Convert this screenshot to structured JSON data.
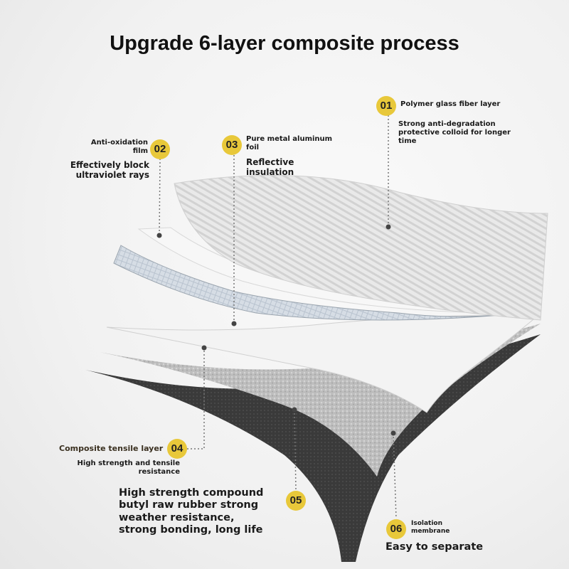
{
  "title": "Upgrade 6-layer composite process",
  "badge_color": "#e8c83a",
  "layers": [
    {
      "number": "01",
      "name": "Polymer glass fiber layer",
      "description": "Strong anti-degradation protective colloid for longer time"
    },
    {
      "number": "02",
      "name_line1": "Anti-oxidation",
      "name_line2": "film",
      "description_line1": "Effectively block",
      "description_line2": "ultraviolet rays"
    },
    {
      "number": "03",
      "name_line1": "Pure metal aluminum",
      "name_line2": "foil",
      "description_line1": "Reflective",
      "description_line2": "insulation"
    },
    {
      "number": "04",
      "name": "Composite tensile layer",
      "description_line1": "High strength and tensile",
      "description_line2": "resistance"
    },
    {
      "number": "05",
      "description": "High strength compound butyl raw rubber strong weather resistance, strong bonding, long life"
    },
    {
      "number": "06",
      "name_line1": "Isolation",
      "name_line2": "membrane",
      "description": "Easy to separate"
    }
  ]
}
